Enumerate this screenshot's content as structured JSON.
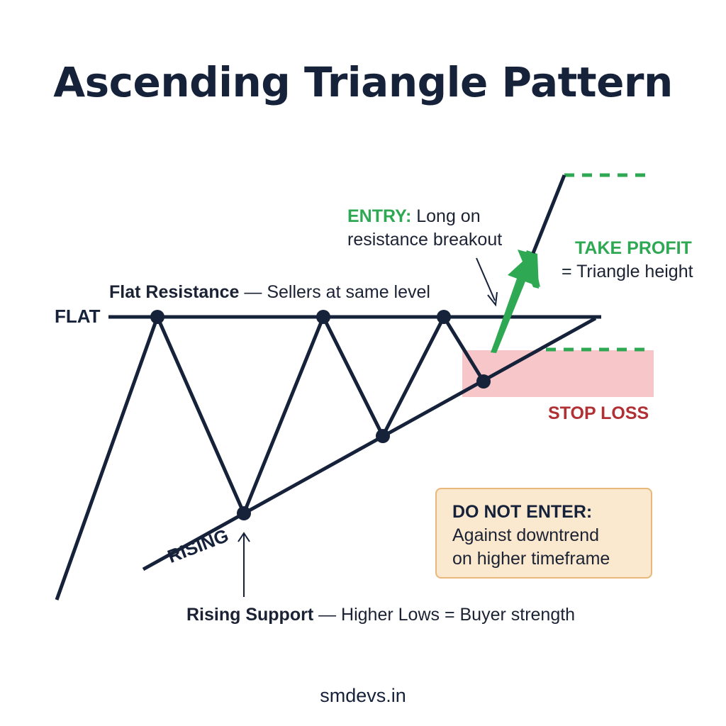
{
  "title": "Ascending Triangle Pattern",
  "labels": {
    "flat": "FLAT",
    "rising": "RISING"
  },
  "resistance": {
    "strong": "Flat Resistance",
    "rest": " — Sellers at same level"
  },
  "entry": {
    "strong": "ENTRY:",
    "rest": " Long on",
    "line2": "resistance breakout"
  },
  "take_profit": {
    "strong": "TAKE PROFIT",
    "line2": "= Triangle height"
  },
  "stop_loss": "STOP LOSS",
  "warning": {
    "title": "DO NOT ENTER:",
    "line1": "Against downtrend",
    "line2": "on higher timeframe"
  },
  "support": {
    "strong": "Rising Support",
    "rest": " — Higher Lows = Buyer strength"
  },
  "footer": "smdevs.in",
  "colors": {
    "ink": "#16213a",
    "green": "#2ea852",
    "red": "#b03034",
    "stop_zone": "#f7c6c8",
    "warning_bg": "#fbe9cf",
    "warning_border": "#e9b77a"
  }
}
